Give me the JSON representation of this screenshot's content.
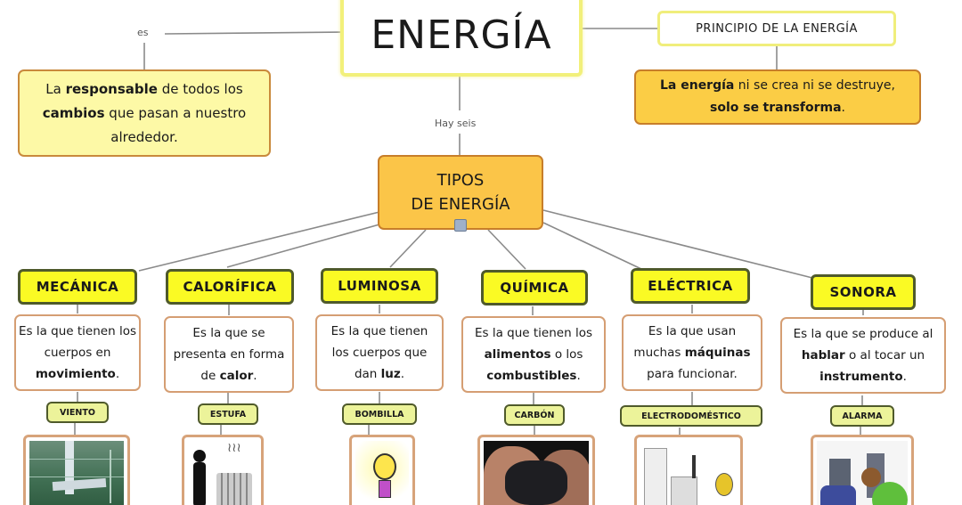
{
  "title": "ENERGÍA",
  "link_labels": {
    "es": "es",
    "hay_seis": "Hay seis"
  },
  "definition": {
    "pre": "La ",
    "bold1": "responsable",
    "mid1": " de todos los ",
    "bold2": "cambios",
    "post": " que pasan a nuestro alrededor."
  },
  "principle": {
    "title": "PRINCIPIO DE LA ENERGÍA",
    "bold1": "La energía",
    "mid": " ni se crea ni se destruye, ",
    "bold2": "solo se",
    "bold3": "transforma",
    "end": "."
  },
  "types_node": {
    "line1": "TIPOS",
    "line2": "DE ENERGÍA"
  },
  "types": [
    {
      "name": "MECÁNICA",
      "desc_plain1": "Es la que tienen los cuerpos en ",
      "desc_bold": "movimiento",
      "desc_plain2": ".",
      "example": "VIENTO",
      "image": "wind-turbine-image"
    },
    {
      "name": "CALORÍFICA",
      "desc_plain1": "Es la que se presenta en forma de ",
      "desc_bold": "calor",
      "desc_plain2": ".",
      "example": "ESTUFA",
      "image": "person-heater-image"
    },
    {
      "name": "LUMINOSA",
      "desc_plain1": "Es la que tienen los cuerpos que dan ",
      "desc_bold": "luz",
      "desc_plain2": ".",
      "example": "BOMBILLA",
      "image": "light-bulb-image"
    },
    {
      "name": "QUÍMICA",
      "desc_plain1": "Es la que tienen los ",
      "desc_bold": "alimentos",
      "desc_plain2": " o los ",
      "desc_bold2": "combustibles",
      "desc_plain3": ".",
      "example": "CARBÓN",
      "image": "coal-hands-image"
    },
    {
      "name": "ELÉCTRICA",
      "desc_plain1": "Es la que usan muchas ",
      "desc_bold": "máquinas",
      "desc_plain2": " para funcionar.",
      "example": "ELECTRODOMÉSTICO",
      "image": "appliances-image"
    },
    {
      "name": "SONORA",
      "desc_plain1": "Es la que se produce al ",
      "desc_bold": "hablar",
      "desc_plain2": " o al tocar un ",
      "desc_bold2": "instrumento",
      "desc_plain3": ".",
      "example": "ALARMA",
      "image": "alarm-person-image"
    }
  ],
  "colors": {
    "title_border": "#f2f07a",
    "pale_yellow": "#fdf9a6",
    "orange": "#fbc548",
    "category_yellow": "#fafa24",
    "category_border": "#4f5a2b",
    "desc_border": "#d59e73"
  }
}
